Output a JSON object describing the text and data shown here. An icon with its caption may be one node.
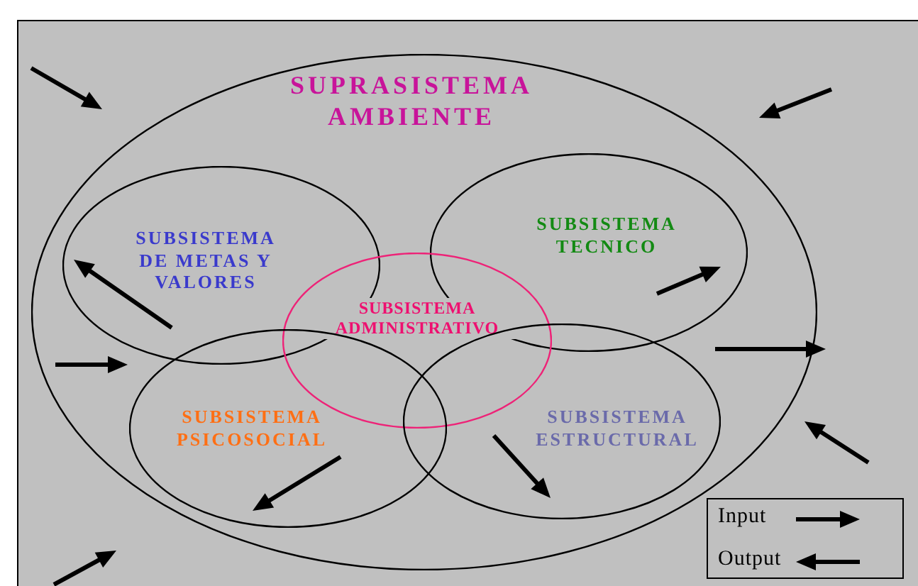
{
  "diagram": {
    "nodes": [
      {
        "text": [
          "SUPRASISTEMA AMBIENTE"
        ]
      },
      {
        "text": [
          "SUBSISTEMA DE METAS Y VALORES"
        ],
        "in": 0
      },
      {
        "text": [
          "SUBSISTEMA TECNICO"
        ],
        "in": 0
      },
      {
        "text": [
          "SUBSISTEMA ADMINISTRATIVO"
        ],
        "in": 0
      },
      {
        "text": [
          "SUBSISTEMA PSICOSOCIAL"
        ],
        "in": 0
      },
      {
        "text": [
          "SUBSISTEMA ESTRUCTURAL"
        ],
        "in": 0
      }
    ],
    "legend": [
      {
        "text": "Input"
      },
      {
        "text": "Output"
      }
    ]
  }
}
